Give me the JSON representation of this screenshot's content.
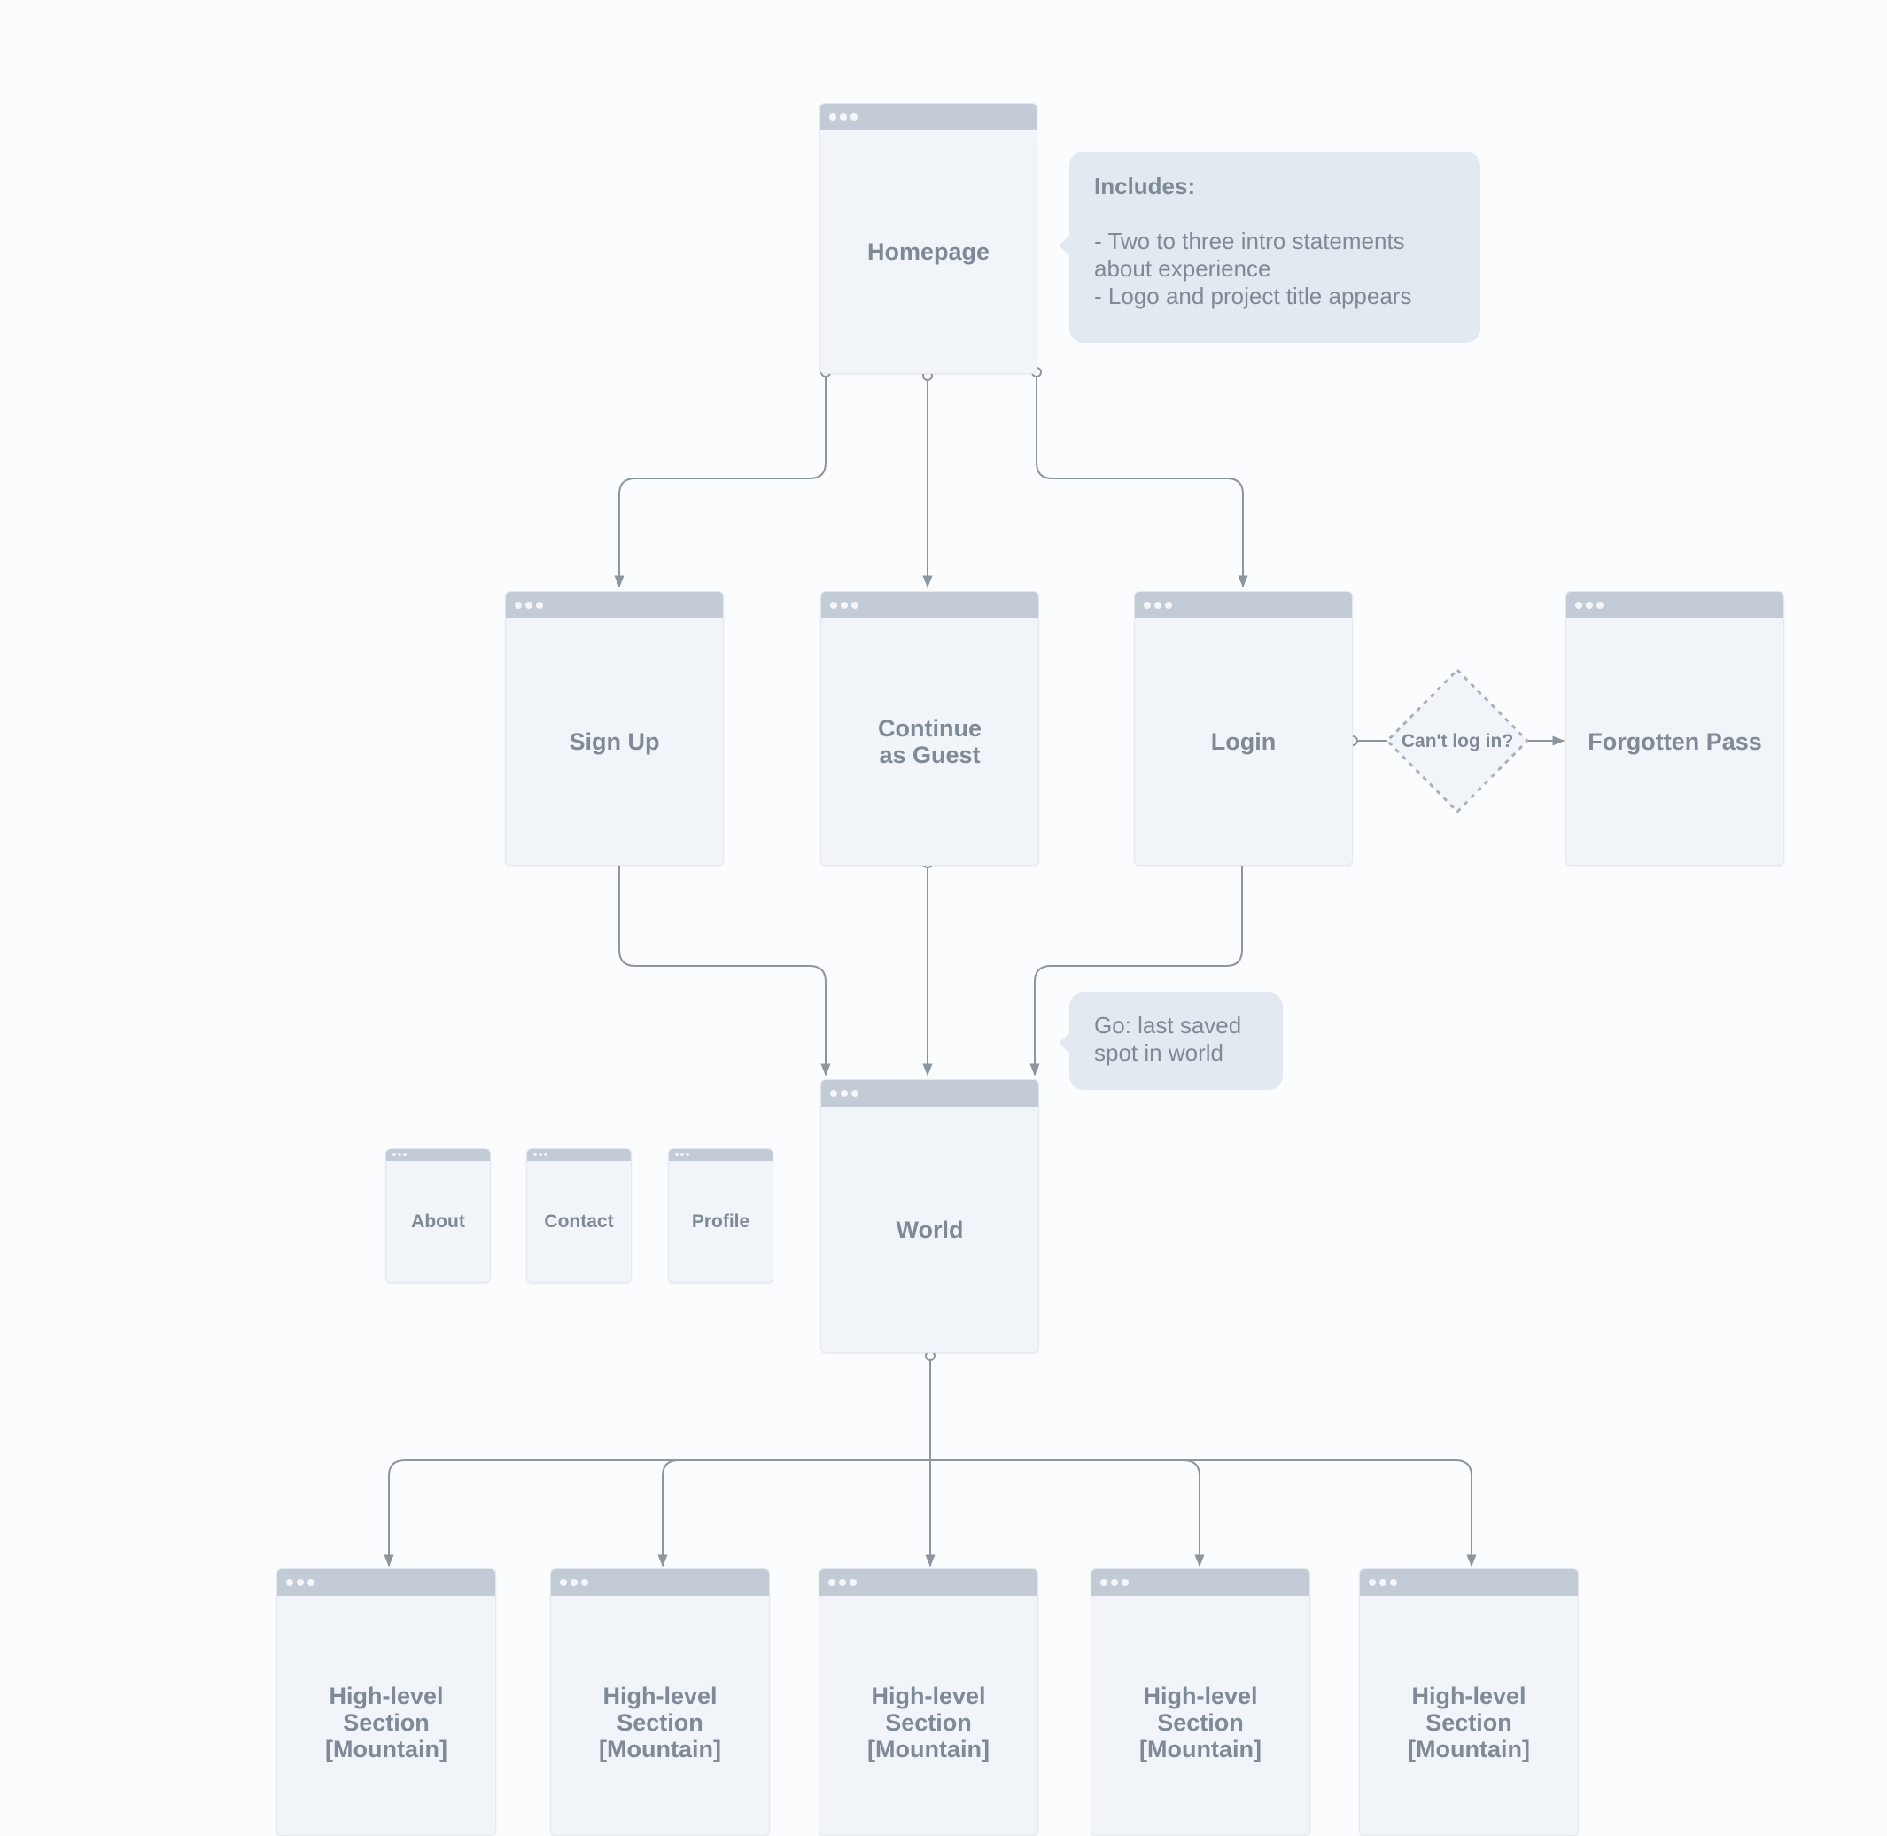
{
  "diagram": {
    "homepage": {
      "label": "Homepage"
    },
    "sign_up": {
      "label": "Sign Up"
    },
    "continue_guest": {
      "label": "Continue\nas Guest"
    },
    "login": {
      "label": "Login"
    },
    "forgotten_pass": {
      "label": "Forgotten Pass"
    },
    "cant_login": {
      "label": "Can't log in?"
    },
    "world": {
      "label": "World"
    },
    "about": {
      "label": "About"
    },
    "contact": {
      "label": "Contact"
    },
    "profile": {
      "label": "Profile"
    },
    "sections": [
      {
        "label": "High-level\nSection\n[Mountain]"
      },
      {
        "label": "High-level\nSection\n[Mountain]"
      },
      {
        "label": "High-level\nSection\n[Mountain]"
      },
      {
        "label": "High-level\nSection\n[Mountain]"
      },
      {
        "label": "High-level\nSection\n[Mountain]"
      }
    ],
    "homepage_note": {
      "heading": "Includes:",
      "items": [
        "- Two to three intro statements\nabout experience",
        "- Logo and project title appears"
      ]
    },
    "world_note": {
      "text": "Go: last saved\nspot in world"
    },
    "colors": {
      "background": "#fbfcfd",
      "window_body": "#f1f4f8",
      "window_bar": "#c3ccd6",
      "connector": "#8d969f",
      "note_fill": "#e2e9f1",
      "text": "#7f8a96"
    }
  }
}
